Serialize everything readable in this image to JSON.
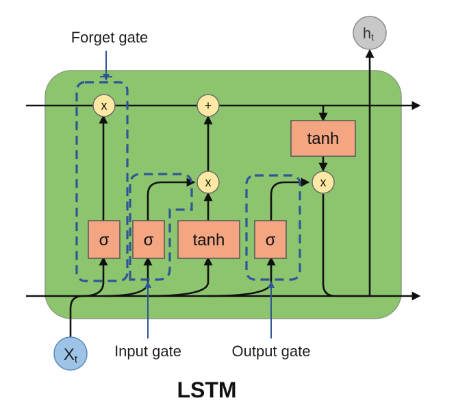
{
  "title": "LSTM",
  "labels": {
    "forget_gate": "Forget gate",
    "input_gate": "Input gate",
    "output_gate": "Output gate"
  },
  "nodes": {
    "input": {
      "main": "X",
      "sub": "t"
    },
    "output": {
      "main": "h",
      "sub": "t"
    }
  },
  "boxes": {
    "sigma_forget": "σ",
    "sigma_input": "σ",
    "tanh_candidate": "tanh",
    "sigma_output": "σ",
    "tanh_cell": "tanh"
  },
  "operators": {
    "multiply_forget": "x",
    "add_cell": "+",
    "multiply_input": "x",
    "multiply_output": "x"
  },
  "colors": {
    "cell_fill": "#8cc56d",
    "cell_stroke": "#8a9a7e",
    "box_fill": "#f4a582",
    "box_stroke": "#555555",
    "operator_fill": "#fde9a4",
    "gate_outline": "#2f5597",
    "xt_fill": "#9dc3e6",
    "ht_fill": "#c8c8c8"
  }
}
